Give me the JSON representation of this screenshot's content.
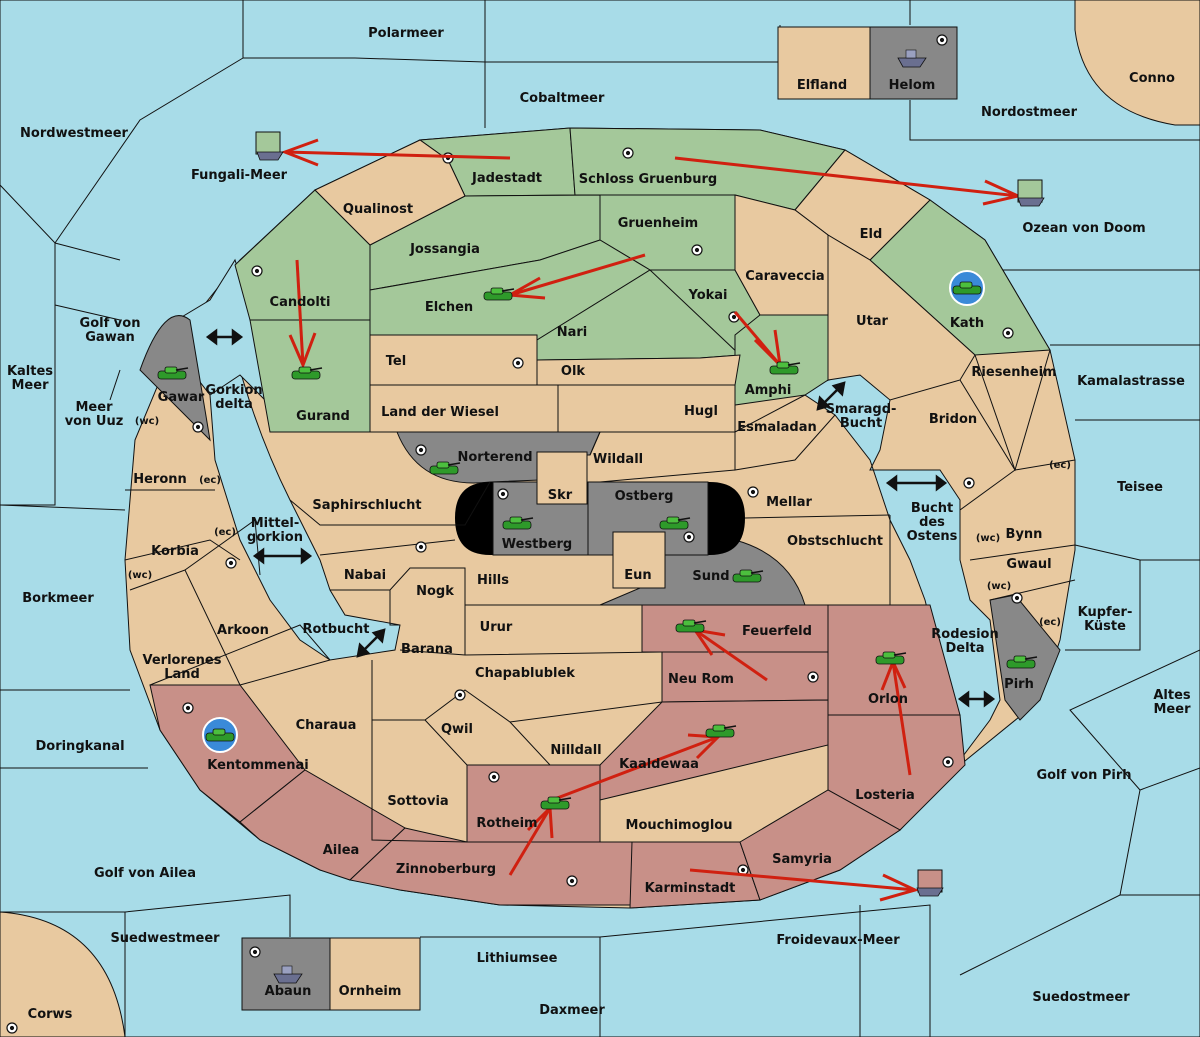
{
  "colors": {
    "sea": "#a8dce8",
    "land": "#e8c9a0",
    "green_power": "#a4c89a",
    "red_power": "#c89088",
    "grey_power": "#888888",
    "order_arrow": "#d02010",
    "unit_fill": "#3aa030"
  },
  "sea_labels": {
    "polarmeer": "Polarmeer",
    "cobaltmeer": "Cobaltmeer",
    "nordwestmeer": "Nordwestmeer",
    "nordostmeer": "Nordostmeer",
    "conno": "Conno",
    "fungali_meer": "Fungali-Meer",
    "ozean_von_doom": "Ozean von Doom",
    "golf_von_gawan": "Golf von\nGawan",
    "kaltes_meer": "Kaltes\nMeer",
    "meer_von_uuz": "Meer\nvon Uuz",
    "borkmeer": "Borkmeer",
    "doringkanal": "Doringkanal",
    "golf_von_ailea": "Golf von Ailea",
    "suedwestmeer": "Suedwestmeer",
    "corws": "Corws",
    "lithiumsee": "Lithiumsee",
    "daxmeer": "Daxmeer",
    "froidevaux_meer": "Froidevaux-Meer",
    "suedostmeer": "Suedostmeer",
    "golf_von_pirh": "Golf von Pirh",
    "altes_meer": "Altes\nMeer",
    "kupfer_kueste": "Kupfer-\nKüste",
    "teisee": "Teisee",
    "kamalastrasse": "Kamalastrasse",
    "bucht_des_ostens": "Bucht\ndes\nOstens",
    "smaragd_bucht": "Smaragd-\nBucht",
    "rodesion_delta": "Rodesion\nDelta",
    "mittelgorkion": "Mittel-\ngorkion",
    "gorkion_delta": "Gorkion\ndelta",
    "rotbucht": "Rotbucht"
  },
  "land_labels": {
    "elfland": "Elfland",
    "helom": "Helom",
    "jadestadt": "Jadestadt",
    "schloss_gruenburg": "Schloss Gruenburg",
    "qualinost": "Qualinost",
    "eld": "Eld",
    "jossangia": "Jossangia",
    "gruenheim": "Gruenheim",
    "caraveccia": "Caraveccia",
    "kath": "Kath",
    "candolti": "Candolti",
    "elchen": "Elchen",
    "yokai": "Yokai",
    "nari": "Nari",
    "utar": "Utar",
    "riesenheim": "Riesenheim",
    "gurand": "Gurand",
    "tel": "Tel",
    "olk": "Olk",
    "amphi": "Amphi",
    "gawar": "Gawar",
    "land_der_wiesel": "Land der Wiesel",
    "hugl": "Hugl",
    "bridon": "Bridon",
    "esmaladan": "Esmaladan",
    "norterend": "Norterend",
    "wildall": "Wildall",
    "heronn": "Heronn",
    "skr": "Skr",
    "ostberg": "Ostberg",
    "mellar": "Mellar",
    "saphirschlucht": "Saphirschlucht",
    "westberg": "Westberg",
    "obstschlucht": "Obstschlucht",
    "bynn": "Bynn",
    "korbia": "Korbia",
    "nabai": "Nabai",
    "hills": "Hills",
    "eun": "Eun",
    "sund": "Sund",
    "gwaul": "Gwaul",
    "nogk": "Nogk",
    "arkoon": "Arkoon",
    "urur": "Urur",
    "feuerfeld": "Feuerfeld",
    "barana": "Barana",
    "verlorenes_land": "Verlorenes\nLand",
    "chapablublek": "Chapablublek",
    "neu_rom": "Neu Rom",
    "orlon": "Orlon",
    "pirh": "Pirh",
    "charaua": "Charaua",
    "qwil": "Qwil",
    "nilldall": "Nilldall",
    "kaaldewaa": "Kaaldewaa",
    "kentommenai": "Kentommenai",
    "losteria": "Losteria",
    "sottovia": "Sottovia",
    "rotheim": "Rotheim",
    "mouchimoglou": "Mouchimoglou",
    "ailea": "Ailea",
    "samyria": "Samyria",
    "zinnoberburg": "Zinnoberburg",
    "karminstadt": "Karminstadt",
    "abaun": "Abaun",
    "ornheim": "Ornheim"
  },
  "coast_tags": {
    "wc": "(wc)",
    "ec": "(ec)"
  }
}
